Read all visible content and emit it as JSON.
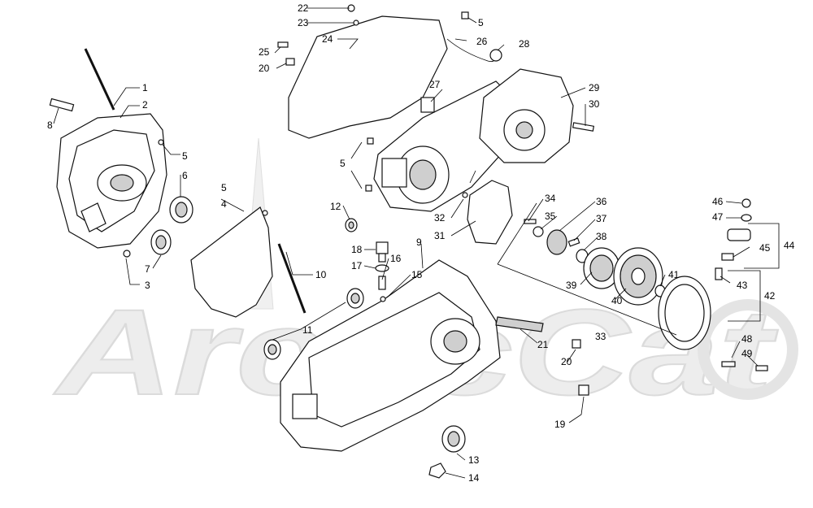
{
  "watermark": {
    "text": "ArcticCat",
    "color": "#e6e6e6"
  },
  "colors": {
    "ink": "#000000",
    "background": "#ffffff"
  },
  "labels": {
    "l1": "1",
    "l2": "2",
    "l3": "3",
    "l4": "4",
    "l5a": "5",
    "l5b": "5",
    "l5c": "5",
    "l5d": "5",
    "l6": "6",
    "l7": "7",
    "l8": "8",
    "l9": "9",
    "l10": "10",
    "l11": "11",
    "l12": "12",
    "l13": "13",
    "l14": "14",
    "l15": "15",
    "l16": "16",
    "l17": "17",
    "l18": "18",
    "l19": "19",
    "l20a": "20",
    "l20b": "20",
    "l21": "21",
    "l22": "22",
    "l23": "23",
    "l24": "24",
    "l25": "25",
    "l26": "26",
    "l27": "27",
    "l28": "28",
    "l29": "29",
    "l30": "30",
    "l31": "31",
    "l32": "32",
    "l33": "33",
    "l34": "34",
    "l35": "35",
    "l36": "36",
    "l37": "37",
    "l38": "38",
    "l39": "39",
    "l40": "40",
    "l41": "41",
    "l42": "42",
    "l43": "43",
    "l44": "44",
    "l45": "45",
    "l46": "46",
    "l47": "47",
    "l48": "48",
    "l49": "49"
  }
}
